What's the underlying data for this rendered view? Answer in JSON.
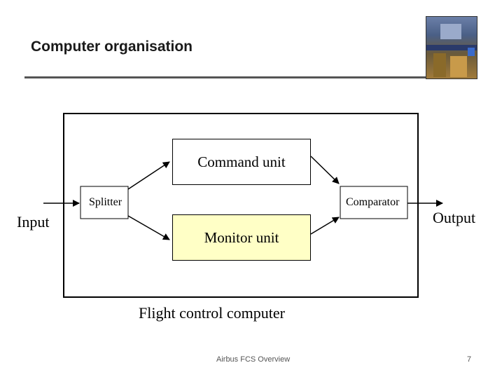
{
  "slide": {
    "title": "Computer organisation",
    "footer": "Airbus FCS Overview",
    "page_number": "7"
  },
  "diagram": {
    "command_unit": "Command unit",
    "monitor_unit": "Monitor unit",
    "splitter": "Splitter",
    "comparator": "Comparator",
    "input": "Input",
    "output": "Output",
    "caption": "Flight control computer",
    "monitor_fill": "#ffffc6"
  }
}
